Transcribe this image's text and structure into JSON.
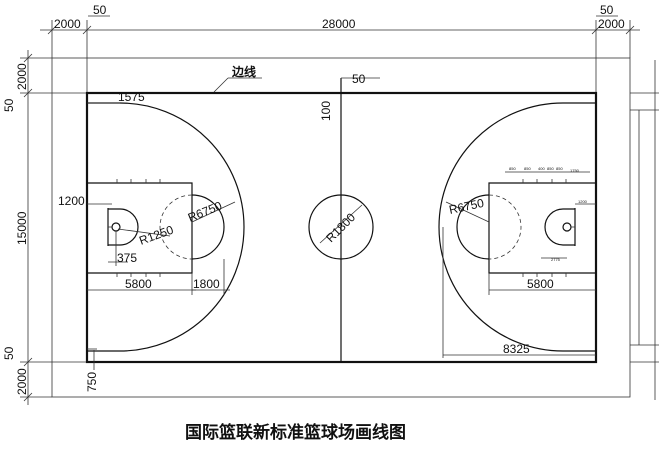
{
  "title": "国际篮联新标准篮球场画线图",
  "labels": {
    "sideline": "边线",
    "w2000": "2000",
    "w50": "50",
    "length": "28000",
    "width": "15000",
    "d1575": "1575",
    "d100": "100",
    "d1200": "1200",
    "r6750": "R6750",
    "r1800": "R1800",
    "r1250": "R1250",
    "d375": "375",
    "d5800": "5800",
    "d1800": "1800",
    "d750": "750",
    "d8325": "8325",
    "lane_marks": [
      "850",
      "850",
      "400",
      "850",
      "850",
      "1750"
    ],
    "d2775": "2775",
    "d1200b": "1200"
  }
}
